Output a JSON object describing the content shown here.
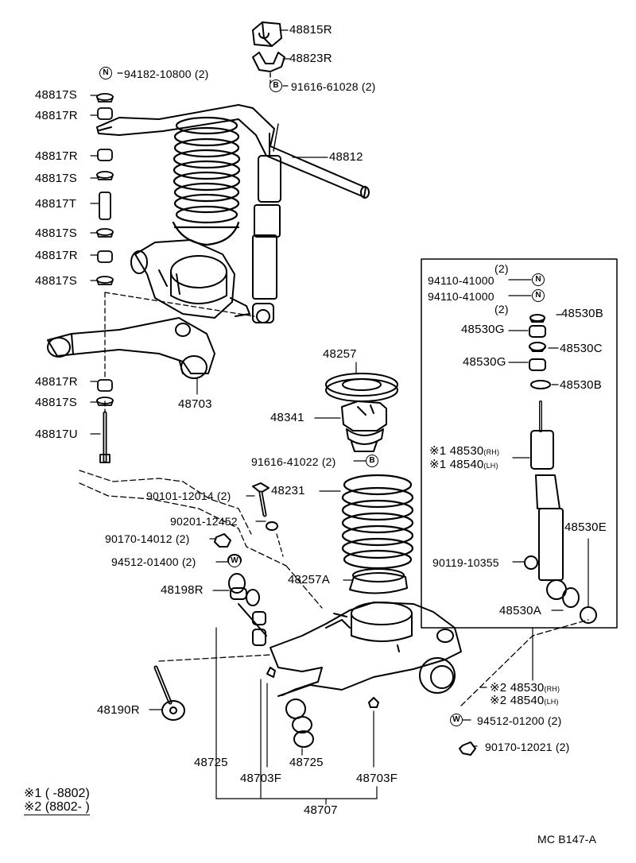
{
  "parts": {
    "p48815R": "48815R",
    "p48823R": "48823R",
    "p94182": "94182-10800",
    "p94182q": "(2)",
    "p91616a": "91616-61028",
    "p91616aq": "(2)",
    "p48817S_1": "48817S",
    "p48817R_1": "48817R",
    "p48812": "48812",
    "p48817R_2": "48817R",
    "p48817S_2": "48817S",
    "p48817T": "48817T",
    "p48817S_3": "48817S",
    "p48817R_3": "48817R",
    "p48817S_4": "48817S",
    "p48257": "48257",
    "p48817R_4": "48817R",
    "p48703": "48703",
    "p48817S_5": "48817S",
    "p48341": "48341",
    "p48817U": "48817U",
    "p91616b": "91616-41022 (2)",
    "p90101": "90101-12014 (2)",
    "p48231": "48231",
    "p90201": "90201-12452",
    "p90170a": "90170-14012 (2)",
    "p94512a": "94512-01400 (2)",
    "p48257A": "48257A",
    "p48198R": "48198R",
    "p48190R": "48190R",
    "p94512b": "94512-01200 (2)",
    "p90170b": "90170-12021 (2)",
    "p48725a": "48725",
    "p48703F_a": "48703F",
    "p48725b": "48725",
    "p48703F_b": "48703F",
    "p48707": "48707"
  },
  "inset": {
    "q2a": "(2)",
    "p94110a": "94110-41000",
    "p94110b": "94110-41000",
    "q2b": "(2)",
    "p48530B_1": "48530B",
    "p48530G_1": "48530G",
    "p48530C": "48530C",
    "p48530G_2": "48530G",
    "p48530B_2": "48530B",
    "ast1a": "※1",
    "p48530": "48530",
    "rh1": "(RH)",
    "ast1b": "※1",
    "p48540": "48540",
    "lh1": "(LH)",
    "p48530E": "48530E",
    "p90119": "90119-10355",
    "p48530A": "48530A",
    "ast2a": "※2",
    "p48530b": "48530",
    "rh2": "(RH)",
    "ast2b": "※2",
    "p48540b": "48540",
    "lh2": "(LH)"
  },
  "symbols": {
    "N": "N",
    "B": "B",
    "W": "W"
  },
  "notes": {
    "n1": "※1 (        -8802)",
    "n2": "※2 (8802-          )"
  },
  "footer": "MC B147-A"
}
